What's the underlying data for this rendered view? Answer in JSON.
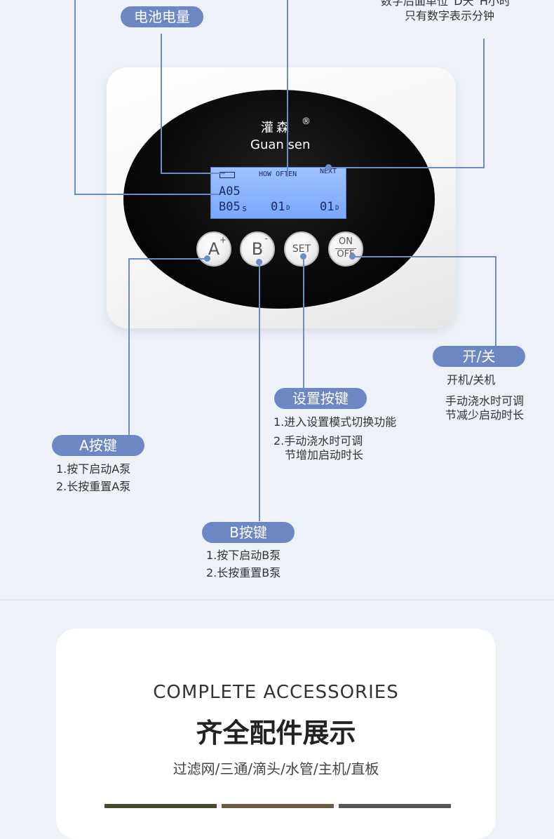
{
  "callouts": {
    "top_note_partial": "数字后面单位“D天“H小时",
    "top_note_line2": "只有数字表示分钟",
    "battery": "电池电量",
    "onoff": {
      "title": "开/关",
      "lines": [
        "开机/关机",
        "手动浇水时可调",
        "节减少启动时长"
      ]
    },
    "set": {
      "title": "设置按键",
      "line1": "1.进入设置模式切换功能",
      "line2a": "2.手动浇水时可调",
      "line2b": "节增加启动时长"
    },
    "a_key": {
      "title": "A按键",
      "lines": [
        "1.按下启动A泵",
        "2.长按重置A泵"
      ]
    },
    "b_key": {
      "title": "B按键",
      "lines": [
        "1.按下启动B泵",
        "2.长按重置B泵"
      ]
    }
  },
  "device": {
    "brand_cn": "灌森",
    "brand_reg": "®",
    "brand_en": "Guan sen",
    "lcd": {
      "how_often": "HOW OFTEN",
      "next": "NEXT",
      "row1": "A05",
      "row2_label": "B05",
      "row2_unit": "s",
      "val1": "01",
      "val1_unit": "D",
      "val2": "01",
      "val2_unit": "D"
    },
    "buttons": [
      {
        "label": "A",
        "sup": "+"
      },
      {
        "label": "B",
        "sup": "-"
      },
      {
        "label": "SET",
        "sup": ""
      },
      {
        "label": "ON",
        "label2": "OFF"
      }
    ]
  },
  "accessories": {
    "title_en": "COMPLETE ACCESSORIES",
    "title_cn": "齐全配件展示",
    "subtitle": "过滤网/三通/滴头/水管/主机/直板"
  },
  "colors": {
    "accent": "#6d86c4",
    "line": "#6d8bc6",
    "bg": "#edf1f8"
  }
}
